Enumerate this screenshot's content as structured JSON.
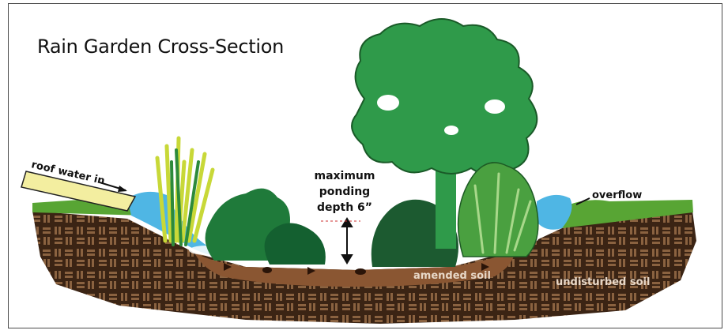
{
  "title": "Rain Garden Cross-Section",
  "labels": {
    "roof_water_in": "roof water in",
    "max_ponding_line1": "maximum",
    "max_ponding_line2": "ponding",
    "max_ponding_line3": "depth 6”",
    "overflow": "overflow",
    "amended_soil": "amended soil",
    "undisturbed_soil": "undisturbed soil"
  },
  "colors": {
    "soil_dark": "#3b2414",
    "soil_weave": "#7a5634",
    "amended_soil": "#8a5632",
    "grass": "#58a534",
    "tree_green": "#2f9a4a",
    "dark_shrub": "#1c5a30",
    "water": "#4fb6e4",
    "pipe": "#f3eea0"
  }
}
